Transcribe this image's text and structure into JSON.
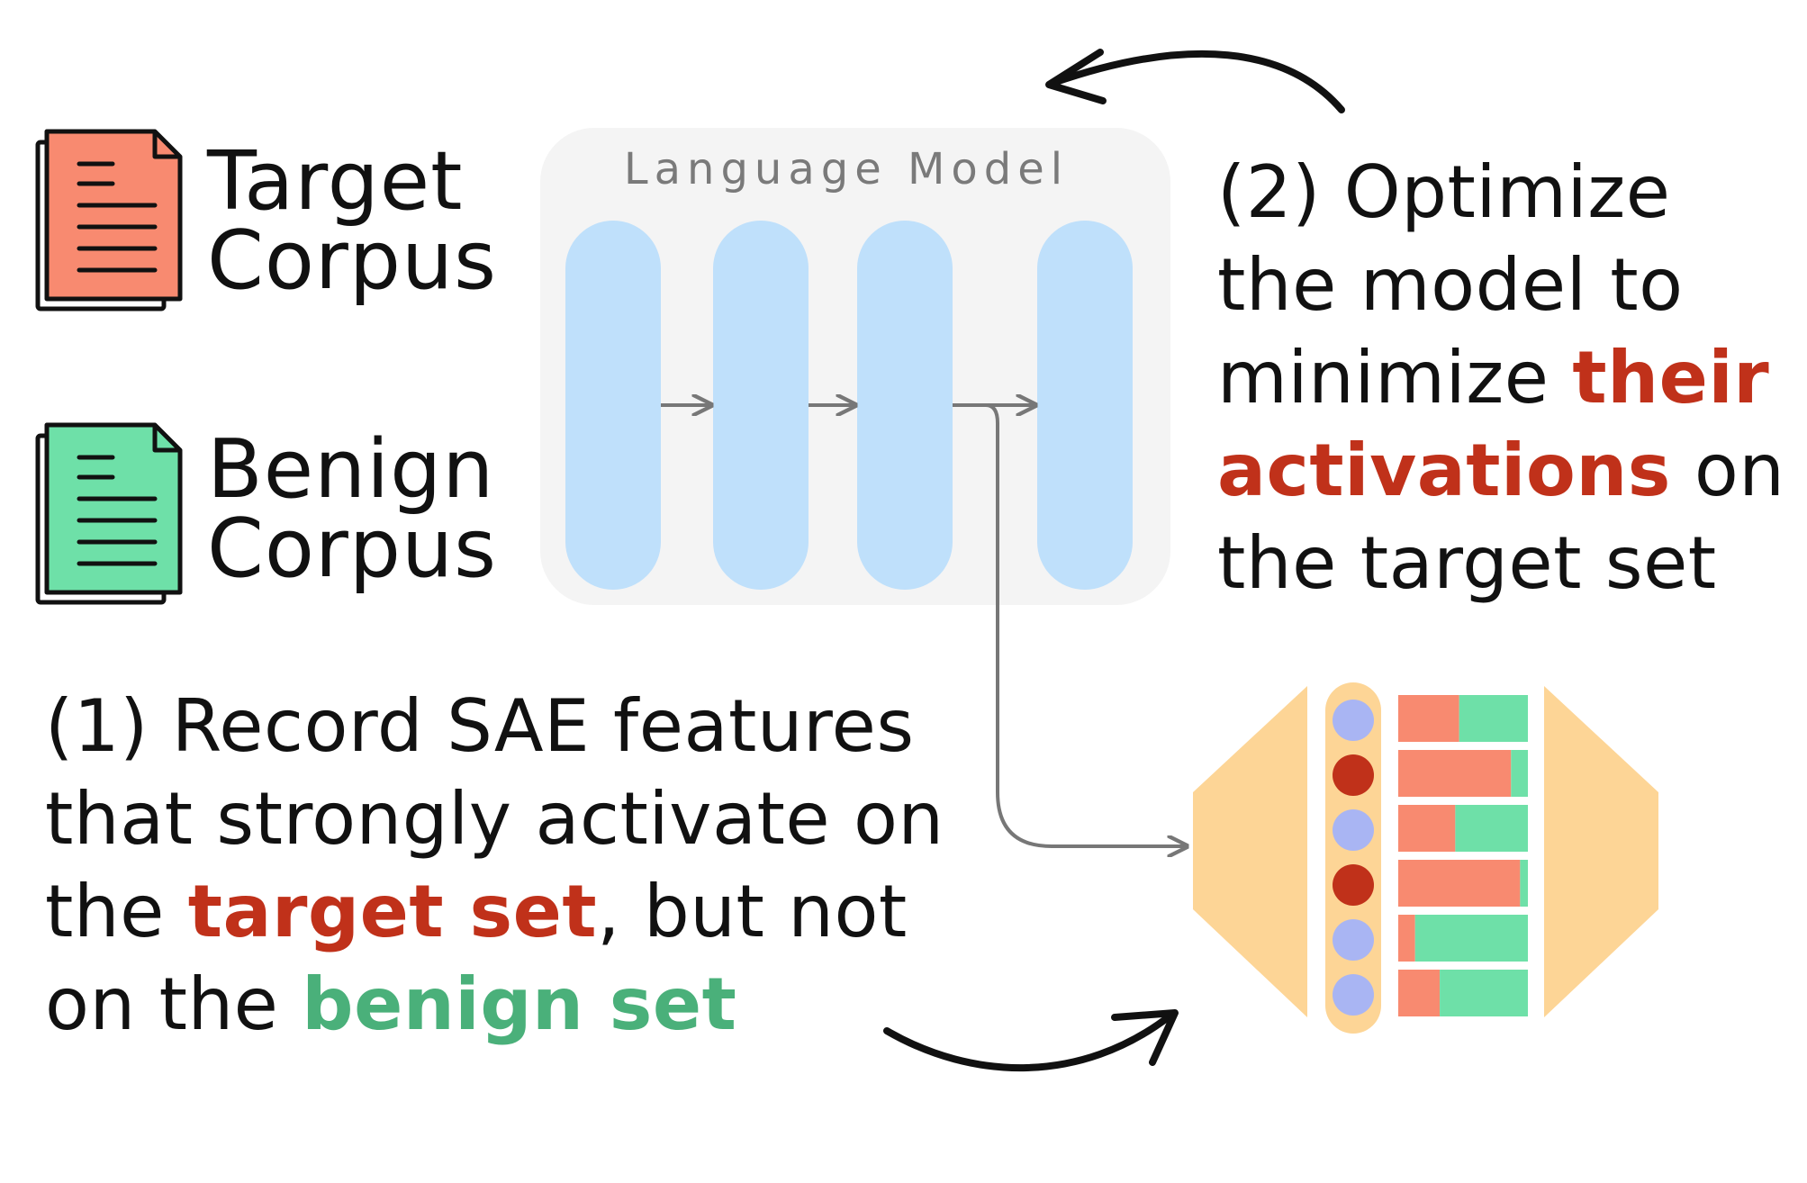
{
  "corpora": {
    "target": {
      "line1": "Target",
      "line2": "Corpus",
      "color": "#f88a70"
    },
    "benign": {
      "line1": "Benign",
      "line2": "Corpus",
      "color": "#6ee0a8"
    }
  },
  "language_model": {
    "title": "Language Model",
    "box_color": "#f4f4f4",
    "layer_color": "#bfe0fb",
    "layer_count": 4
  },
  "step2": {
    "line1": "(2) Optimize",
    "line2": "the model to",
    "line3_pre": "minimize ",
    "line3_hl": "their",
    "line4_hl": "activations",
    "line4_post": " on",
    "line5": "the target set"
  },
  "step1": {
    "line1": "(1) Record SAE features",
    "line2": "that strongly activate on",
    "line3_pre": "the ",
    "line3_hl": "target set",
    "line3_post": ", but not",
    "line4_pre": "on the ",
    "line4_hl": "benign set"
  },
  "sae": {
    "trapezoid_color": "#fdd596",
    "neurons": [
      "inactive",
      "active",
      "inactive",
      "active",
      "inactive",
      "inactive"
    ],
    "neuron_colors": {
      "active": "#c0311a",
      "inactive": "#a9b5f3"
    },
    "target_fractions": [
      0.47,
      0.87,
      0.44,
      0.94,
      0.13,
      0.32
    ],
    "bar_colors": {
      "target": "#f88a70",
      "benign": "#6ee0a8"
    }
  },
  "colors": {
    "highlight_red": "#c0311a",
    "highlight_green": "#4ab07a",
    "arrow_gray": "#777777",
    "arrow_black": "#111111"
  }
}
